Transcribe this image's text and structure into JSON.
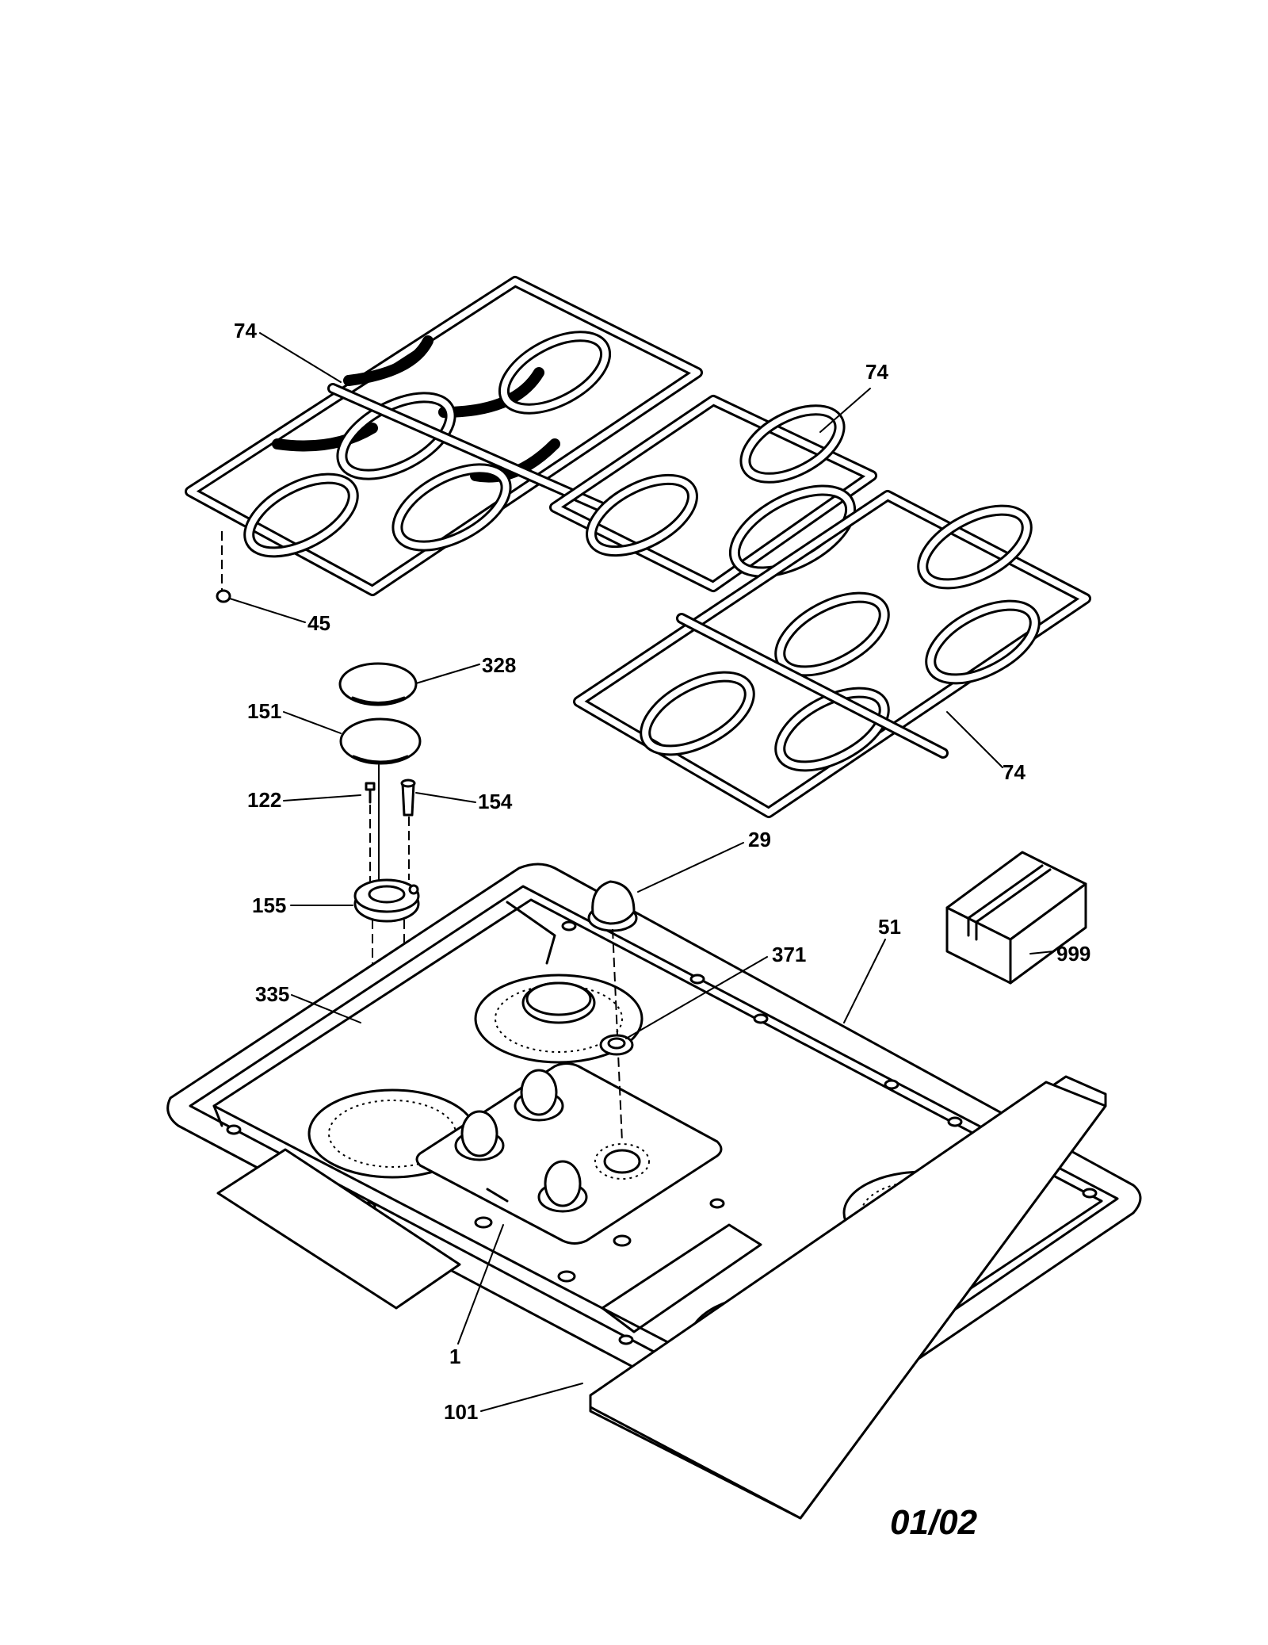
{
  "labels": {
    "grate_left": "74",
    "grate_center": "74",
    "grate_right": "74",
    "foot": "45",
    "burner_cap_top": "328",
    "burner_cap": "151",
    "screw": "122",
    "electrode": "154",
    "burner_base": "155",
    "burner_seal": "335",
    "knob": "29",
    "knob_ring": "371",
    "cooktop": "51",
    "kit_box": "999",
    "control_panel": "1",
    "insulation": "101"
  },
  "footer": {
    "date_code": "01/02"
  }
}
